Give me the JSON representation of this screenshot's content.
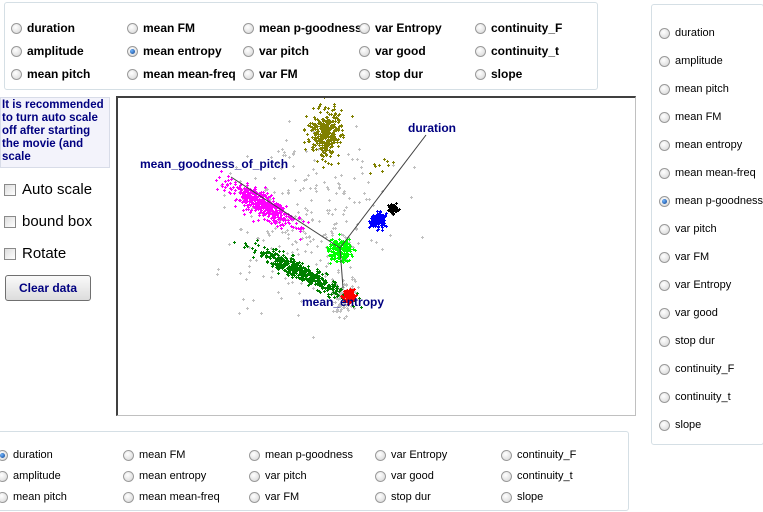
{
  "top_group": {
    "selected": "mean entropy",
    "options": [
      "duration",
      "amplitude",
      "mean pitch",
      "mean FM",
      "mean entropy",
      "mean mean-freq",
      "mean p-goodness",
      "var pitch",
      "var FM",
      "var Entropy",
      "var good",
      "stop dur",
      "continuity_F",
      "continuity_t",
      "slope"
    ]
  },
  "side_group": {
    "selected": "mean p-goodness",
    "options": [
      "duration",
      "amplitude",
      "mean pitch",
      "mean FM",
      "mean entropy",
      "mean mean-freq",
      "mean p-goodness",
      "var pitch",
      "var FM",
      "var Entropy",
      "var good",
      "stop dur",
      "continuity_F",
      "continuity_t",
      "slope"
    ]
  },
  "bottom_group": {
    "selected": "duration",
    "options": [
      "duration",
      "amplitude",
      "mean pitch",
      "mean FM",
      "mean entropy",
      "mean mean-freq",
      "mean p-goodness",
      "var pitch",
      "var FM",
      "var Entropy",
      "var good",
      "stop dur",
      "continuity_F",
      "continuity_t",
      "slope"
    ]
  },
  "controls": {
    "message": "It is recommended to turn auto scale off after starting the movie (and scale",
    "auto_scale_label": "Auto scale",
    "auto_scale_checked": false,
    "bound_box_label": "bound box",
    "bound_box_checked": false,
    "rotate_label": "Rotate",
    "rotate_checked": false,
    "clear_label": "Clear data"
  },
  "chart_data": {
    "type": "scatter",
    "projection": "3d",
    "axes": {
      "x": "duration",
      "y": "mean_goodness_of_pitch",
      "z": "mean_entropy"
    },
    "cluster_colors": [
      "#808000",
      "#ff00ff",
      "#00ff00",
      "#0000ff",
      "#000000",
      "#008000",
      "#ff0000",
      "#c0c0c0"
    ],
    "axis_line_color": "#404040",
    "label_color": "#000080"
  }
}
